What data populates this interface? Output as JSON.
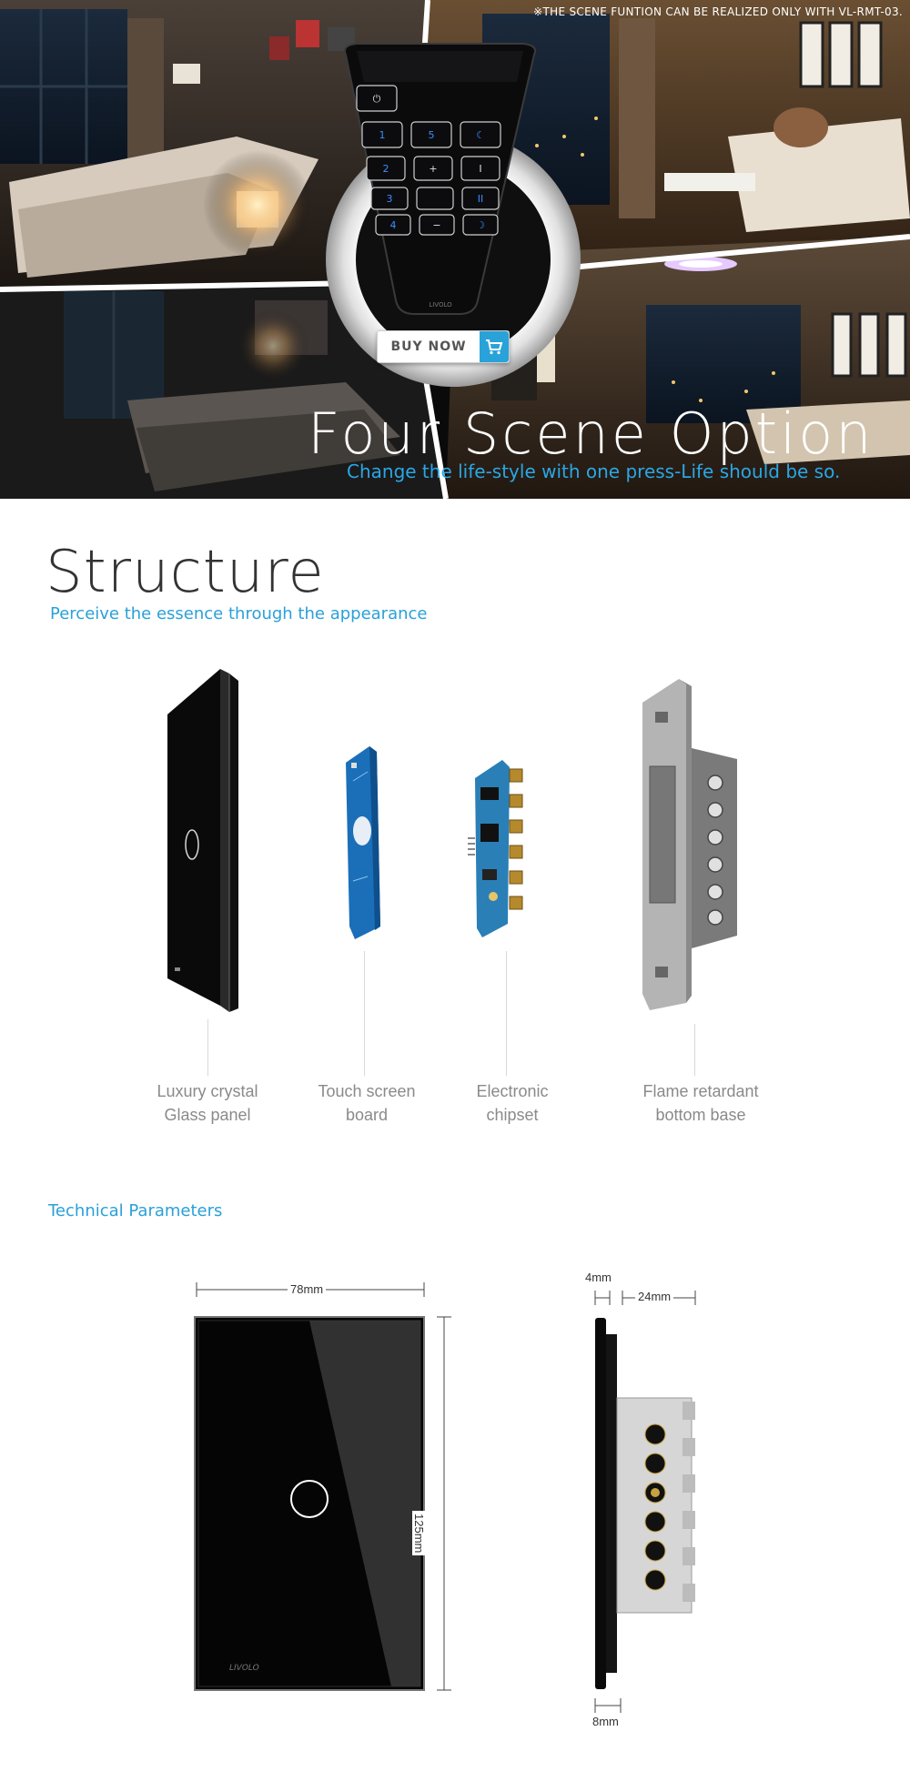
{
  "hero": {
    "note": "※THE SCENE FUNTION CAN BE REALIZED ONLY WITH VL-RMT-03.",
    "title": "Four  Scene Option",
    "subtitle": "Change the  life-style with one press-Life should be so.",
    "buy_button": "BUY NOW",
    "remote": {
      "brand": "LIVOLO",
      "keys": [
        "⏻",
        "1",
        "5",
        "☾",
        "2",
        "+",
        "I",
        "3",
        "",
        "II",
        "4",
        "−",
        "☽"
      ]
    }
  },
  "structure": {
    "title": "Structure",
    "subtitle": "Perceive the essence  through the appearance",
    "components": [
      {
        "line1": "Luxury crystal",
        "line2": "Glass panel"
      },
      {
        "line1": "Touch screen",
        "line2": "board"
      },
      {
        "line1": "Electronic",
        "line2": "chipset"
      },
      {
        "line1": "Flame retardant",
        "line2": "bottom base"
      }
    ]
  },
  "technical": {
    "title": "Technical Parameters",
    "width": "78mm",
    "height": "125mm",
    "glass_thickness": "4mm",
    "depth": "24mm",
    "total_thickness": "8mm",
    "panel_brand": "LIVOLO"
  },
  "colors": {
    "accent": "#2aa0d8",
    "label_gray": "#8a8a8a",
    "cart_blue": "#29a2d9"
  }
}
